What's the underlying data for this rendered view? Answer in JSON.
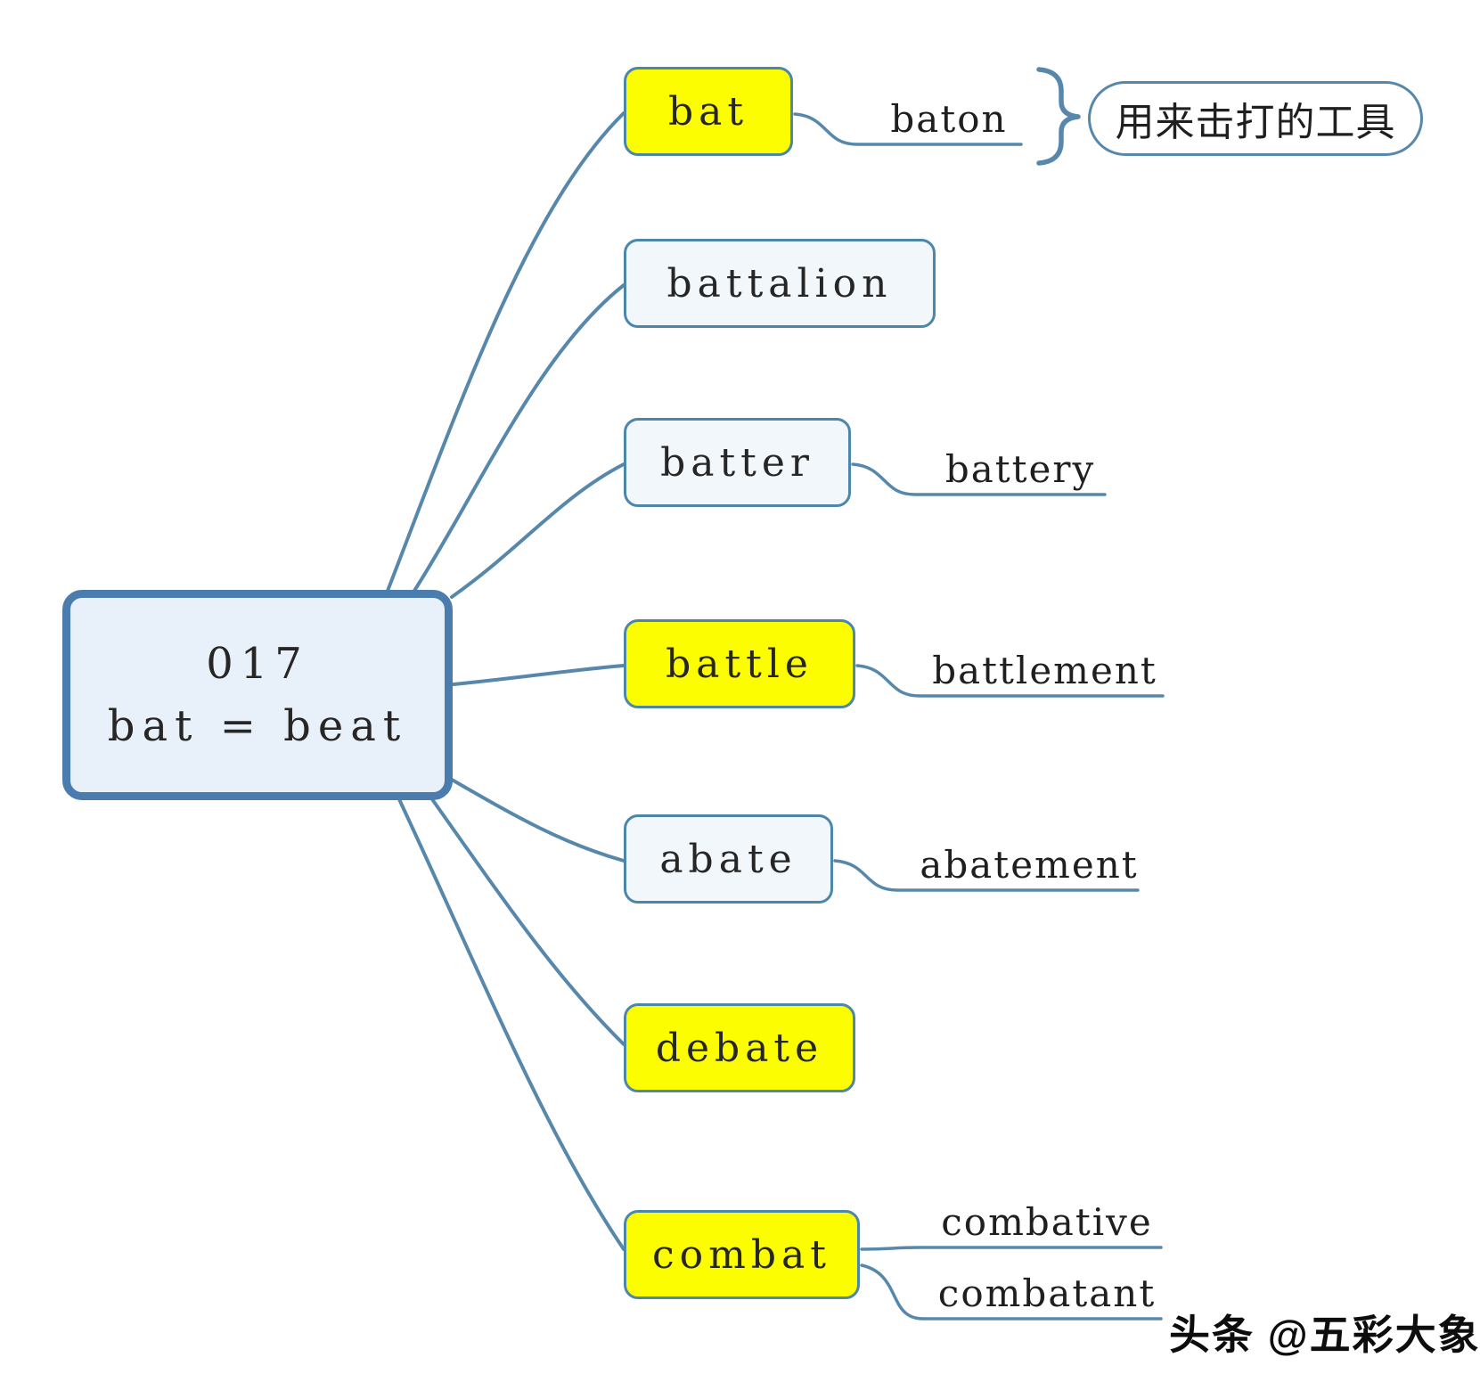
{
  "root": {
    "number": "017",
    "formula": "bat = beat"
  },
  "branches": [
    {
      "word": "bat",
      "highlight": true,
      "derivatives": [
        "baton"
      ],
      "note": "用来击打的工具"
    },
    {
      "word": "battalion",
      "highlight": false,
      "derivatives": []
    },
    {
      "word": "batter",
      "highlight": false,
      "derivatives": [
        "battery"
      ]
    },
    {
      "word": "battle",
      "highlight": true,
      "derivatives": [
        "battlement"
      ]
    },
    {
      "word": "abate",
      "highlight": false,
      "derivatives": [
        "abatement"
      ]
    },
    {
      "word": "debate",
      "highlight": true,
      "derivatives": []
    },
    {
      "word": "combat",
      "highlight": true,
      "derivatives": [
        "combative",
        "combatant"
      ]
    }
  ],
  "watermark": "头条 @五彩大象",
  "colors": {
    "line": "#5788AC",
    "root_border": "#4A7CAD",
    "root_fill": "#E8F0F9",
    "node_border": "#4C86A8",
    "plain_fill": "#F2F7FB",
    "highlight_fill": "#FCFE00"
  }
}
